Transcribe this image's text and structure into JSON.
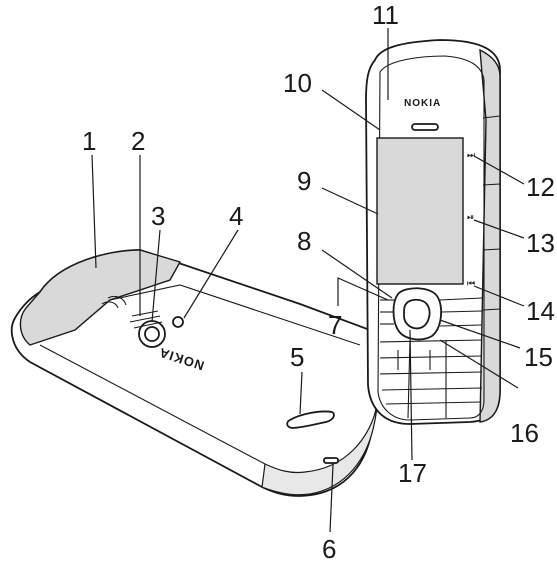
{
  "phone": {
    "brand_label_front": "NOKIA",
    "brand_label_back": "NOKIA"
  },
  "callouts": {
    "c1": "1",
    "c2": "2",
    "c3": "3",
    "c4": "4",
    "c5": "5",
    "c6": "6",
    "c7": "7",
    "c8": "8",
    "c9": "9",
    "c10": "10",
    "c11": "11",
    "c12": "12",
    "c13": "13",
    "c14": "14",
    "c15": "15",
    "c16": "16",
    "c17": "17"
  },
  "side_key_icons": {
    "next": "⏭",
    "play_pause": "⏯",
    "previous": "⏮"
  },
  "colors": {
    "line": "#1a1a1a",
    "shade": "#d9d9d9",
    "background": "#ffffff"
  }
}
